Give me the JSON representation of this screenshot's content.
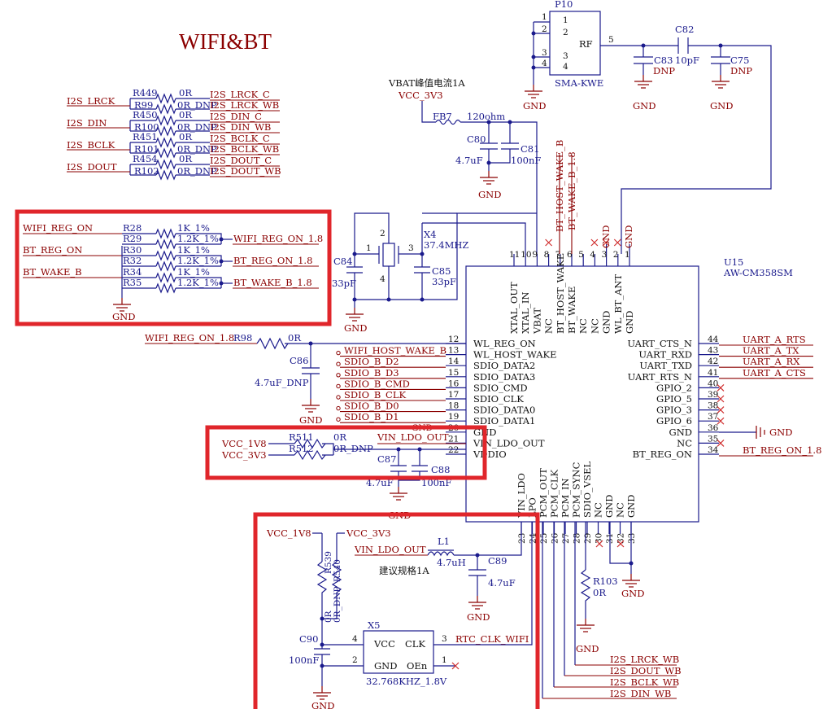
{
  "title": "WIFI&BT",
  "colors": {
    "wire": "#1a1a8c",
    "net": "#8b0000",
    "highlight": "#e0262b",
    "noconnect": "#d03030"
  },
  "rf": {
    "connector_ref": "P10",
    "connector_value": "SMA-KWE",
    "connector_label": "RF",
    "pin1": "1",
    "pin2": "2",
    "pin3": "3",
    "pin4": "4",
    "net5": "5",
    "c83_ref": "C83",
    "c83_val": "DNP",
    "c82_ref": "C82",
    "c82_val": "10pF",
    "c75_ref": "C75",
    "c75_val": "DNP",
    "gnd": "GND"
  },
  "i2s": [
    {
      "left": "I2S_LRCK",
      "r1": "R449",
      "r1v": "0R",
      "out1": "I2S_LRCK_C",
      "r2": "R99",
      "r2v": "0R_DNP",
      "out2": "I2S_LRCK_WB"
    },
    {
      "left": "I2S_DIN",
      "r1": "R450",
      "r1v": "0R",
      "out1": "I2S_DIN_C",
      "r2": "R100",
      "r2v": "0R_DNP",
      "out2": "I2S_DIN_WB"
    },
    {
      "left": "I2S_BCLK",
      "r1": "R451",
      "r1v": "0R",
      "out1": "I2S_BCLK_C",
      "r2": "R101",
      "r2v": "0R_DNP",
      "out2": "I2S_BCLK_WB"
    },
    {
      "left": "I2S_DOUT",
      "r1": "R454",
      "r1v": "0R",
      "out1": "I2S_DOUT_C",
      "r2": "R102",
      "r2v": "0R_DNP",
      "out2": "I2S_DOUT_WB"
    }
  ],
  "power": {
    "note": "VBAT峰值电流1A",
    "vcc_3v3": "VCC_3V3",
    "fb7_ref": "FB7",
    "fb7_val": "120ohm",
    "c80_ref": "C80",
    "c80_val": "4.7uF",
    "c81_ref": "C81",
    "c81_val": "100nF",
    "gnd": "GND"
  },
  "regs": {
    "wifi_reg_on": "WIFI_REG_ON",
    "bt_reg_on": "BT_REG_ON",
    "bt_wake_b": "BT_WAKE_B",
    "rows": [
      {
        "ref": "R28",
        "val": "1K_1%"
      },
      {
        "ref": "R29",
        "val": "1.2K_1%"
      },
      {
        "ref": "R30",
        "val": "1K_1%"
      },
      {
        "ref": "R32",
        "val": "1.2K_1%"
      },
      {
        "ref": "R34",
        "val": "1K_1%"
      },
      {
        "ref": "R35",
        "val": "1.2K_1%"
      }
    ],
    "out_wifi": "WIFI_REG_ON_1.8",
    "out_bt": "BT_REG_ON_1.8",
    "out_wake": "BT_WAKE_B_1.8",
    "gnd": "GND"
  },
  "xtal": {
    "ref": "X4",
    "val": "37.4MHZ",
    "p1": "1",
    "p2": "2",
    "p3": "3",
    "p4": "4",
    "c84_ref": "C84",
    "c84_val": "33pF",
    "c85_ref": "C85",
    "c85_val": "33pF",
    "gnd": "GND"
  },
  "u15": {
    "ref": "U15",
    "value": "AW-CM358SM",
    "top_pins": [
      {
        "num": "11",
        "name": "XTAL_OUT"
      },
      {
        "num": "10",
        "name": "XTAL_IN"
      },
      {
        "num": "9",
        "name": "VBAT"
      },
      {
        "num": "8",
        "name": "NC"
      },
      {
        "num": "7",
        "name": "BT_HOST_WAKE"
      },
      {
        "num": "6",
        "name": "BT_WAKE"
      },
      {
        "num": "5",
        "name": "NC"
      },
      {
        "num": "4",
        "name": "NC"
      },
      {
        "num": "3",
        "name": "GND"
      },
      {
        "num": "2",
        "name": "WL_BT_ANT"
      },
      {
        "num": "1",
        "name": "GND"
      }
    ],
    "top_nets": {
      "bt_host_wake_b": "BT_HOST_WAKE_B",
      "bt_wake_b_18": "BT_WAKE_B_1.8",
      "gnd3": "GND",
      "gnd1": "GND"
    },
    "left_pins": [
      {
        "num": "12",
        "name": "WL_REG_ON",
        "net": ""
      },
      {
        "num": "13",
        "name": "WL_HOST_WAKE",
        "net": "WIFI_HOST_WAKE_B"
      },
      {
        "num": "14",
        "name": "SDIO_DATA2",
        "net": "SDIO_B_D2"
      },
      {
        "num": "15",
        "name": "SDIO_DATA3",
        "net": "SDIO_B_D3"
      },
      {
        "num": "16",
        "name": "SDIO_CMD",
        "net": "SDIO_B_CMD"
      },
      {
        "num": "17",
        "name": "SDIO_CLK",
        "net": "SDIO_B_CLK"
      },
      {
        "num": "18",
        "name": "SDIO_DATA0",
        "net": "SDIO_B_D0"
      },
      {
        "num": "19",
        "name": "SDIO_DATA1",
        "net": "SDIO_B_D1"
      },
      {
        "num": "20",
        "name": "GND",
        "net": "GND"
      },
      {
        "num": "21",
        "name": "VIN_LDO_OUT",
        "net": "VIN_LDO_OUT"
      },
      {
        "num": "22",
        "name": "VDDIO",
        "net": ""
      }
    ],
    "right_pins": [
      {
        "num": "44",
        "name": "UART_CTS_N",
        "net": "UART_A_RTS"
      },
      {
        "num": "43",
        "name": "UART_RXD",
        "net": "UART_A_TX"
      },
      {
        "num": "42",
        "name": "UART_TXD",
        "net": "UART_A_RX"
      },
      {
        "num": "41",
        "name": "UART_RTS_N",
        "net": "UART_A_CTS"
      },
      {
        "num": "40",
        "name": "GPIO_2",
        "net": ""
      },
      {
        "num": "39",
        "name": "GPIO_5",
        "net": ""
      },
      {
        "num": "38",
        "name": "GPIO_3",
        "net": ""
      },
      {
        "num": "37",
        "name": "GPIO_6",
        "net": ""
      },
      {
        "num": "36",
        "name": "GND",
        "net": "GND"
      },
      {
        "num": "35",
        "name": "NC",
        "net": ""
      },
      {
        "num": "34",
        "name": "BT_REG_ON",
        "net": "BT_REG_ON_1.8"
      }
    ],
    "bottom_pins": [
      {
        "num": "23",
        "name": "VIN_LDO"
      },
      {
        "num": "24",
        "name": "LPO"
      },
      {
        "num": "25",
        "name": "PCM_OUT"
      },
      {
        "num": "26",
        "name": "PCM_CLK"
      },
      {
        "num": "27",
        "name": "PCM_IN"
      },
      {
        "num": "28",
        "name": "PCM_SYNC"
      },
      {
        "num": "29",
        "name": "SDIO_VSEL"
      },
      {
        "num": "30",
        "name": "NC"
      },
      {
        "num": "31",
        "name": "GND"
      },
      {
        "num": "32",
        "name": "NC"
      },
      {
        "num": "33",
        "name": "GND"
      }
    ]
  },
  "wl": {
    "net": "WIFI_REG_ON_1.8",
    "r98_ref": "R98",
    "r98_val": "0R",
    "c86_ref": "C86",
    "c86_val": "4.7uF_DNP",
    "gnd": "GND"
  },
  "vddio": {
    "vcc_1v8": "VCC_1V8",
    "vcc_3v3": "VCC_3V3",
    "r511_ref": "R511",
    "r511_val": "0R",
    "r512_ref": "R512",
    "r512_val": "0R_DNP",
    "vin_ldo_out": "VIN_LDO_OUT",
    "c87_ref": "C87",
    "c87_val": "4.7uF",
    "c88_ref": "C88",
    "c88_val": "100nF",
    "gnd": "GND"
  },
  "lpo": {
    "vcc_1v8": "VCC_1V8",
    "vcc_3v3": "VCC_3V3",
    "r539_ref": "R539",
    "r539_val": "0R",
    "r540_ref": "R540",
    "r540_val": "0R_DNP",
    "vin_ldo_out": "VIN_LDO_OUT",
    "l1_ref": "L1",
    "l1_val": "4.7uH",
    "c89_ref": "C89",
    "c89_val": "4.7uF",
    "note": "建议规格1A",
    "x5_ref": "X5",
    "x5_val": "32.768KHZ_1.8V",
    "x5_vcc": "VCC",
    "x5_clk": "CLK",
    "x5_gnd": "GND",
    "x5_oen": "OEn",
    "x5_p1": "1",
    "x5_p2": "2",
    "x5_p3": "3",
    "x5_p4": "4",
    "rtc": "RTC_CLK_WIFI",
    "c90_ref": "C90",
    "c90_val": "100nF",
    "r103_ref": "R103",
    "r103_val": "0R",
    "gnd": "GND"
  },
  "i2s_wb": [
    "I2S_LRCK_WB",
    "I2S_DOUT_WB",
    "I2S_BCLK_WB",
    "I2S_DIN_WB"
  ]
}
